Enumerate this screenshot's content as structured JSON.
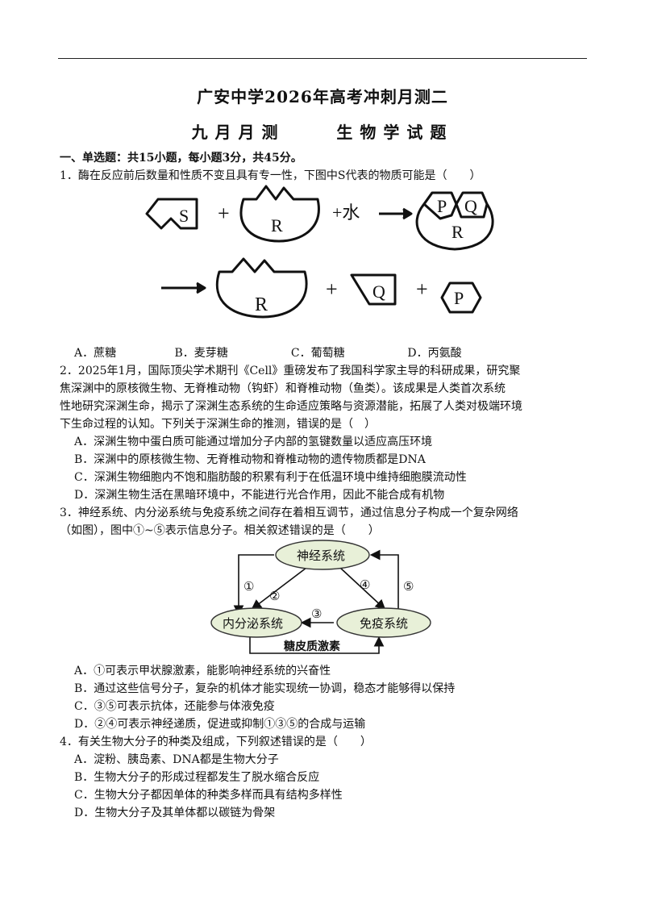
{
  "header": {
    "title": "广安中学2026年高考冲刺月测二",
    "subtitle": "九月月测    生物学试题"
  },
  "section1": {
    "heading": "一、单选题：共15小题，每小题3分，共45分。"
  },
  "q1": {
    "stem": "1．酶在反应前后数量和性质不变且具有专一性，下图中S代表的物质可能是（　　）",
    "diagram": {
      "s_label": "S",
      "r_label": "R",
      "p_label": "P",
      "q_label": "Q",
      "plus": "+",
      "water": "+水"
    },
    "options": [
      "A．蔗糖",
      "B．麦芽糖",
      "C．葡萄糖",
      "D．丙氨酸"
    ]
  },
  "q2": {
    "lines": [
      "2．2025年1月，国际顶尖学术期刊《Cell》重磅发布了我国科学家主导的科研成果，研究聚",
      "焦深渊中的原核微生物、无脊椎动物（钩虾）和脊椎动物（鱼类）。该成果是人类首次系统",
      "性地研究深渊生命，揭示了深渊生态系统的生命适应策略与资源潜能，拓展了人类对极端环境",
      "下生命过程的认知。下列关于深渊生命的推测，错误的是（　）"
    ],
    "options": [
      "A．深渊生物中蛋白质可能通过增加分子内部的氢键数量以适应高压环境",
      "B．深渊中的原核微生物、无脊椎动物和脊椎动物的遗传物质都是DNA",
      "C．深渊生物细胞内不饱和脂肪酸的积累有利于在低温环境中维持细胞膜流动性",
      "D．深渊生物生活在黑暗环境中，不能进行光合作用，因此不能合成有机物"
    ]
  },
  "q3": {
    "lines": [
      "3．神经系统、内分泌系统与免疫系统之间存在着相互调节，通过信息分子构成一个复杂网络",
      "（如图），图中①~⑤表示信息分子。相关叙述错误的是（　　）"
    ],
    "diagram": {
      "nervous": "神经系统",
      "endocrine": "内分泌系统",
      "immune": "免疫系统",
      "hormone": "糖皮质激素",
      "n1": "①",
      "n2": "②",
      "n3": "③",
      "n4": "④",
      "n5": "⑤"
    },
    "options": [
      "A．①可表示甲状腺激素，能影响神经系统的兴奋性",
      "B．通过这些信号分子，复杂的机体才能实现统一协调，稳态才能够得以保持",
      "C．③⑤可表示抗体，还能参与体液免疫",
      "D．②④可表示神经递质，促进或抑制①③⑤的合成与运输"
    ]
  },
  "q4": {
    "stem": "4．有关生物大分子的种类及组成，下列叙述错误的是（　　）",
    "options": [
      "A．淀粉、胰岛素、DNA都是生物大分子",
      "B．生物大分子的形成过程都发生了脱水缩合反应",
      "C．生物大分子都因单体的种类多样而具有结构多样性",
      "D．生物大分子及其单体都以碳链为骨架"
    ]
  },
  "colors": {
    "ellipse_fill": "#e8f0d8",
    "ink": "#111111"
  }
}
